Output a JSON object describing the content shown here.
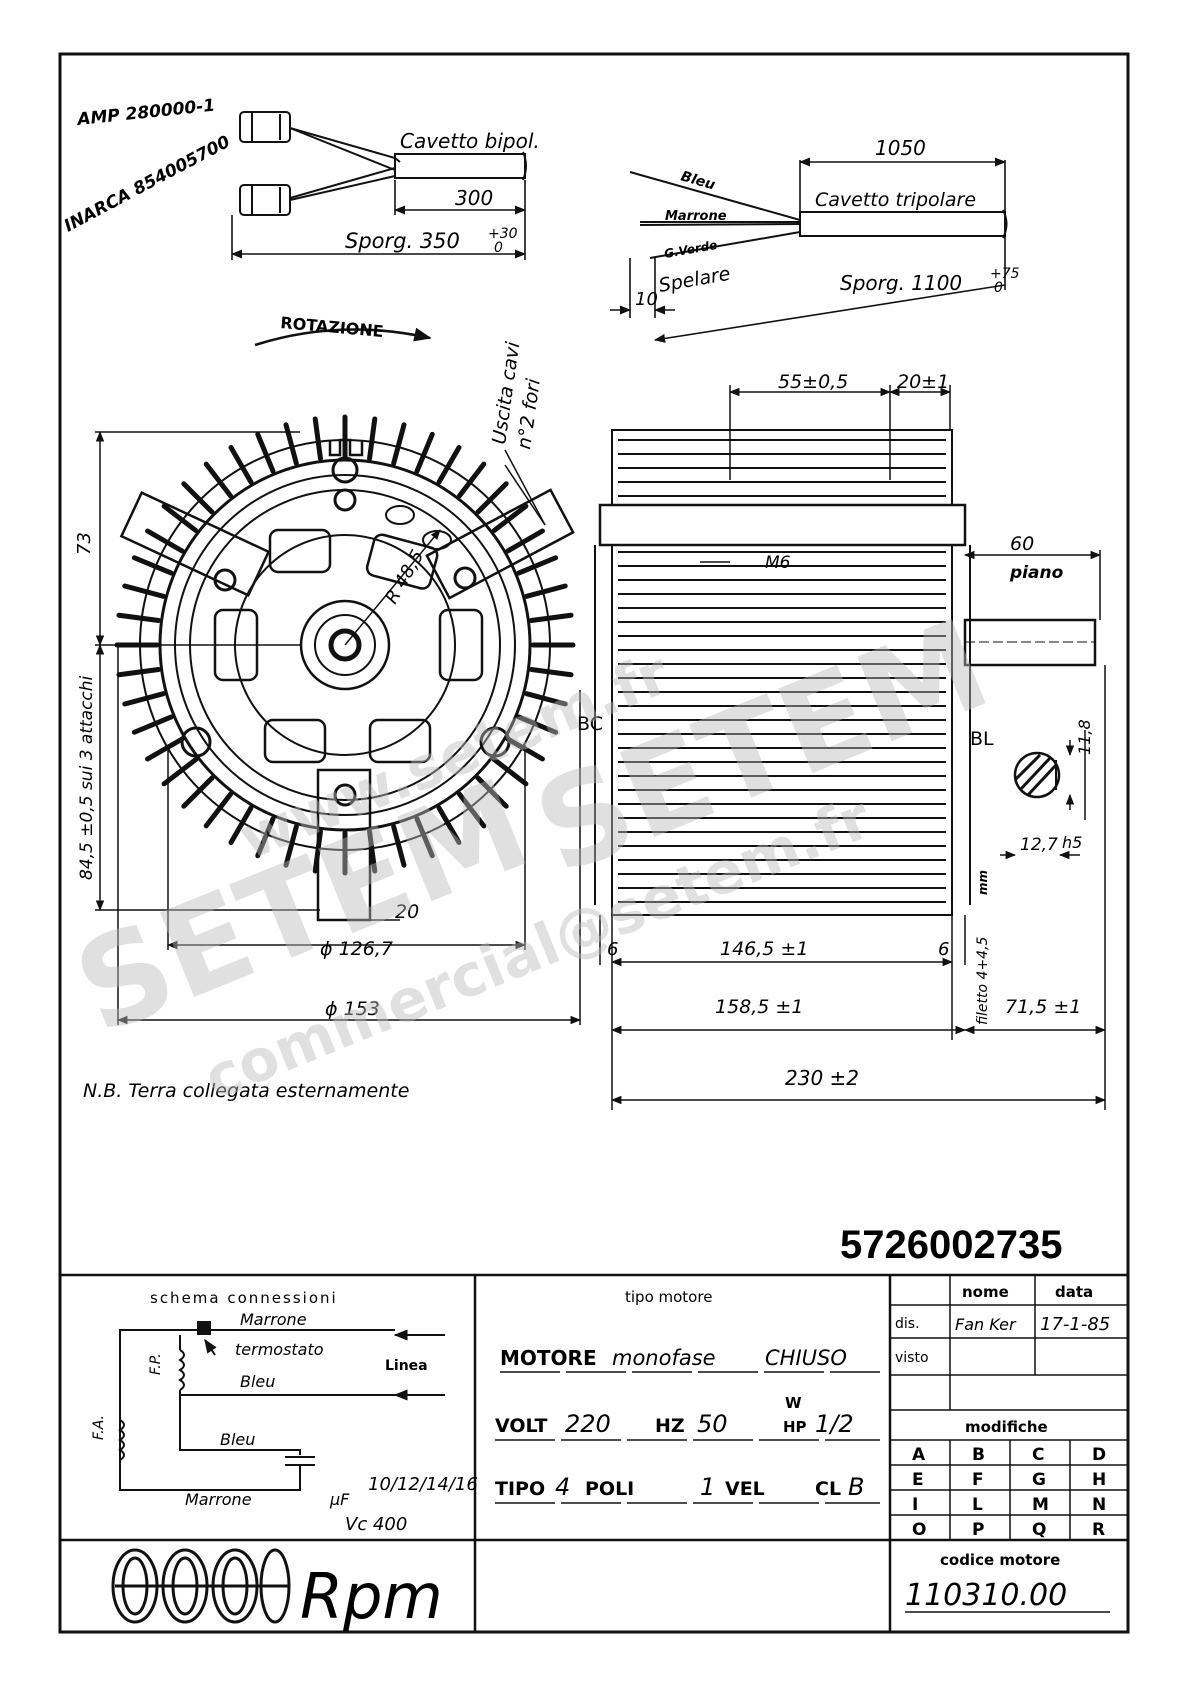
{
  "cables": {
    "amp": "AMP 280000-1",
    "inarca": "INARCA 854005700",
    "bipol": "Cavetto bipol.",
    "bipol_len": "300",
    "bipol_sporg": "Sporg. 350",
    "bipol_tol_plus": "+30",
    "bipol_tol_minus": "0",
    "tri_len": "1050",
    "tri_label": "Cavetto tripolare",
    "bleu": "Bleu",
    "marrone": "Marrone",
    "gverde": "G.Verde",
    "spelare": "Spelare",
    "spelare_len": "10",
    "tri_sporg": "Sporg. 1100",
    "tri_tol_plus": "+75",
    "tri_tol_minus": "0"
  },
  "front_view": {
    "rotation": "ROTAZIONE",
    "uscita": "Uscita cavi",
    "fori": "n°2 fori",
    "dim_73": "73",
    "dim_845": "84,5 ±0,5 sui 3 attacchi",
    "radius": "R 48,5",
    "dim_20": "20",
    "dia_1267": "ϕ 126,7",
    "dia_153": "ϕ 153",
    "note": "N.B. Terra collegata esternamente"
  },
  "side_view": {
    "dim_55": "55±0,5",
    "dim_20": "20±1",
    "m6": "M6",
    "dim_60": "60",
    "piano": "piano",
    "bc": "BC",
    "bl": "BL",
    "dim_118": "11,8",
    "dim_127": "12,7",
    "h5": "h5",
    "mm": "mm",
    "filetto": "filetto 4+4,5",
    "dim_6a": "6",
    "dim_1465": "146,5 ±1",
    "dim_6b": "6",
    "dim_1585": "158,5 ±1",
    "dim_715": "71,5 ±1",
    "dim_230": "230 ±2"
  },
  "watermarks": [
    "www.setem.fr",
    "SETEM",
    "SETEM",
    "commercial@setem.fr"
  ],
  "part_number": "5726002735",
  "schema": {
    "title": "schema connessioni",
    "marrone_top": "Marrone",
    "termostato": "termostato",
    "bleu_top": "Bleu",
    "linea": "Linea",
    "fp": "F.P.",
    "fa": "F.A.",
    "bleu_mid": "Bleu",
    "marrone_bot": "Marrone",
    "cap_values": "10/12/14/16",
    "mu_f": "μF",
    "vc": "Vc 400"
  },
  "motor": {
    "title": "tipo motore",
    "line1_a": "MOTORE",
    "line1_b": "monofase",
    "line1_c": "CHIUSO",
    "volt_label": "VOLT",
    "volt": "220",
    "hz_label": "HZ",
    "hz": "50",
    "w_label": "W",
    "hp_label": "HP",
    "hp": "1/2",
    "tipo_label": "TIPO",
    "poles": "4",
    "poli_label": "POLI",
    "vel": "1",
    "vel_label": "VEL",
    "cl_label": "CL",
    "cl": "B"
  },
  "title_block": {
    "nome": "nome",
    "data": "data",
    "dis": "dis.",
    "dis_name": "Fan Ker",
    "dis_date": "17-1-85",
    "visto": "visto",
    "modifiche": "modifiche",
    "mods": [
      "A",
      "B",
      "C",
      "D",
      "E",
      "F",
      "G",
      "H",
      "I",
      "L",
      "M",
      "N",
      "O",
      "P",
      "Q",
      "R"
    ],
    "codice_label": "codice motore",
    "codice": "110310.00"
  },
  "logo_text": "Rpm"
}
